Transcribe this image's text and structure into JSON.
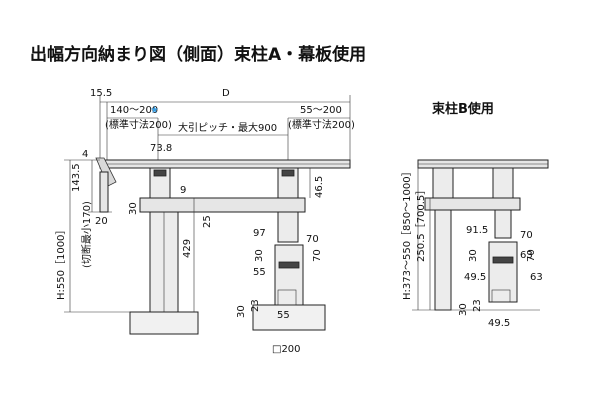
{
  "title": "出幅方向納まり図（側面）束柱A・幕板使用",
  "subtitle_b": "束柱B使用",
  "star": "★",
  "dims_a": {
    "d_total": "D",
    "left_offset": "15.5",
    "left_range": "140～200",
    "left_std": "(標準寸法200)",
    "pitch": "大引ピッチ・最大900",
    "right_range": "55～200",
    "right_std": "(標準寸法200)",
    "top_4": "4",
    "w_73_8": "73.8",
    "h_143_5": "143.5",
    "cut_max": "(切断最小170)",
    "d_20": "20",
    "d_9": "9",
    "d_30": "30",
    "d_25": "25",
    "d_46_5": "46.5",
    "d_429": "429",
    "d_97": "97",
    "d_70a": "70",
    "d_30b": "30",
    "d_55a": "55",
    "d_70b": "70",
    "d_30c": "30",
    "d_23": "23",
    "d_55b": "55",
    "d_200": "□200",
    "height": "H:550［1000］"
  },
  "dims_b": {
    "height": "H:373～550［850～1000］",
    "h_250_5": "250.5［700.5］",
    "d_91_5": "91.5",
    "d_70a": "70",
    "d_30": "30",
    "d_63a": "63",
    "d_70b": "70",
    "d_49_5a": "49.5",
    "d_63b": "63",
    "d_30b": "30",
    "d_23": "23",
    "d_49_5b": "49.5"
  }
}
